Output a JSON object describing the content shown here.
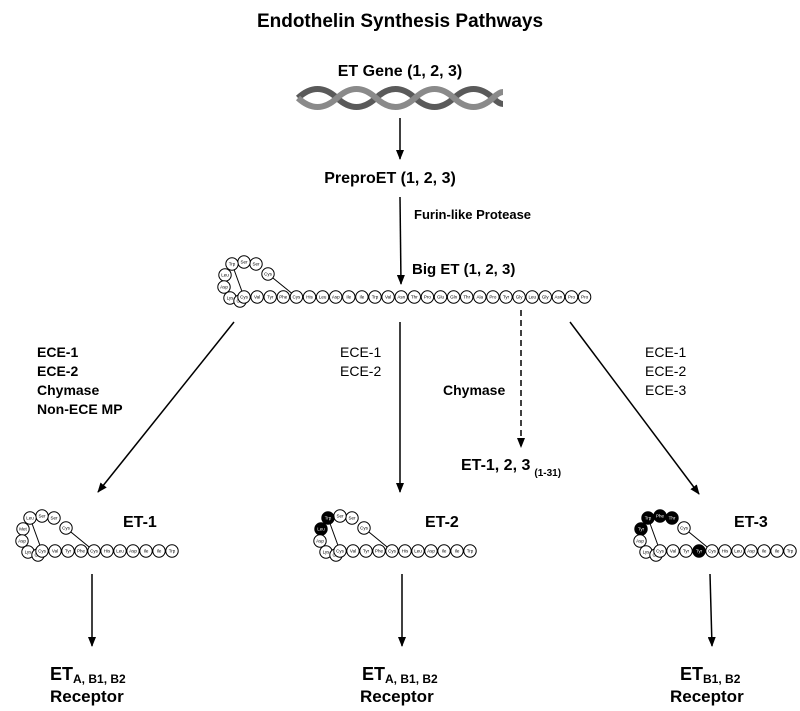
{
  "title": "Endothelin Synthesis Pathways",
  "gene_label": "ET Gene (1, 2,  3)",
  "prepro_label": "PreproET (1, 2, 3)",
  "protease_label": "Furin-like Protease",
  "bigET": {
    "label": "Big ET (1, 2, 3)",
    "loop": [
      "Cys",
      "Ser",
      "Ser",
      "Trp",
      "Leu",
      "Asp",
      "Lys",
      "Glu"
    ],
    "chain": [
      "Cys",
      "Val",
      "Tyr",
      "Phe",
      "Cys",
      "His",
      "Leu",
      "Asp",
      "Ile",
      "Ile",
      "Trp",
      "Val",
      "Asn",
      "Thr",
      "Pro",
      "Glu",
      "Gln",
      "Thr",
      "Ala",
      "Pro",
      "Tyr",
      "Gly",
      "Leu",
      "Gly",
      "Asn",
      "Pro",
      "Pro"
    ]
  },
  "pathways": {
    "et1": {
      "enzymes": [
        "ECE-1",
        "ECE-2",
        "Chymase",
        "Non-ECE MP"
      ],
      "product": "ET-1",
      "loop": [
        "Cys",
        "Ser",
        "Ser",
        "Leu",
        "Met",
        "Asp",
        "Lys",
        "Glu"
      ],
      "chain": [
        "Cys",
        "Val",
        "Tyr",
        "Phe",
        "Cys",
        "His",
        "Leu",
        "Asp",
        "Ile",
        "Ile",
        "Trp"
      ],
      "receptor_main": "ET",
      "receptor_sub": "A, B1, B2",
      "receptor_word": "Receptor"
    },
    "et2": {
      "enzymes": [
        "ECE-1",
        "ECE-2"
      ],
      "product": "ET-2",
      "loop": [
        "Cys",
        "Ser",
        "Ser",
        "Trp",
        "Leu",
        "Asp",
        "Lys",
        "Glu"
      ],
      "chain": [
        "Cys",
        "Val",
        "Tyr",
        "Phe",
        "Cys",
        "His",
        "Leu",
        "Asp",
        "Ile",
        "Ile",
        "Trp"
      ],
      "receptor_main": "ET",
      "receptor_sub": "A, B1, B2",
      "receptor_word": "Receptor"
    },
    "chymase": {
      "enzyme": "Chymase",
      "product_main": "ET-1, 2, 3",
      "product_sub": "(1-31)"
    },
    "et3": {
      "enzymes": [
        "ECE-1",
        "ECE-2",
        "ECE-3"
      ],
      "product": "ET-3",
      "loop": [
        "Cys",
        "Thr",
        "Phe",
        "Trp",
        "Tyr",
        "Asp",
        "Lys",
        "Glu"
      ],
      "chain": [
        "Cys",
        "Val",
        "Tyr",
        "Tyr",
        "Cys",
        "His",
        "Leu",
        "Asp",
        "Ile",
        "Ile",
        "Trp"
      ],
      "receptor_main": "ET",
      "receptor_sub": "B1, B2",
      "receptor_word": "Receptor"
    }
  },
  "colors": {
    "bead_fill": "#ffffff",
    "highlight_fill": "#000000",
    "stroke": "#000000",
    "dna": "#707070"
  }
}
